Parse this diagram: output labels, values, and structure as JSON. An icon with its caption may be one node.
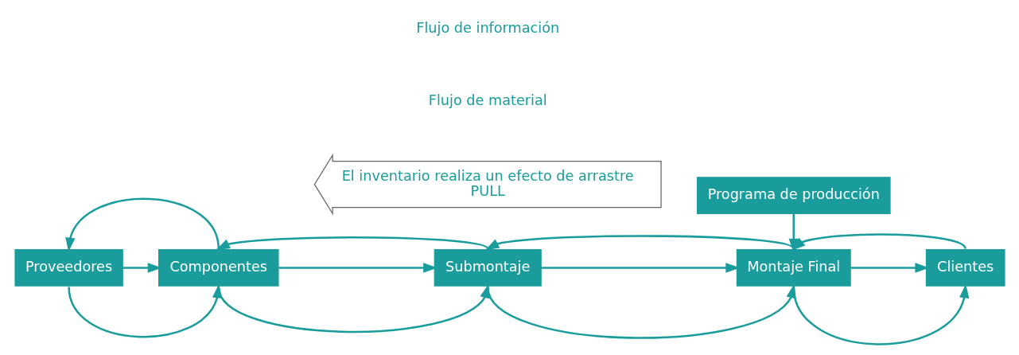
{
  "diagram": {
    "nodes": [
      {
        "text": [
          "Programa de producción"
        ]
      },
      {
        "text": [
          "Proveedores"
        ]
      },
      {
        "text": [
          "Componentes"
        ]
      },
      {
        "text": [
          "Submontaje"
        ]
      },
      {
        "text": [
          "Montaje Final"
        ]
      },
      {
        "text": [
          "Clientes"
        ]
      },
      {
        "text": [
          "El inventario realiza un efecto de arrastre",
          "PULL"
        ]
      }
    ],
    "edges": [
      {
        "from": 0,
        "to": 4,
        "arrow": "to"
      },
      {
        "from": 2,
        "to": 1,
        "arrow": "to"
      },
      {
        "from": 1,
        "to": 2,
        "arrow": "to"
      },
      {
        "from": 1,
        "to": 2,
        "arrow": "to"
      },
      {
        "from": 3,
        "to": 2,
        "arrow": "to"
      },
      {
        "from": 2,
        "to": 3,
        "arrow": "to"
      },
      {
        "from": 2,
        "to": 3,
        "arrow": "to"
      },
      {
        "from": 4,
        "to": 3,
        "arrow": "to"
      },
      {
        "from": 3,
        "to": 4,
        "arrow": "to"
      },
      {
        "from": 3,
        "to": 4,
        "arrow": "to"
      },
      {
        "from": 5,
        "to": 4,
        "arrow": "to"
      },
      {
        "from": 4,
        "to": 5,
        "arrow": "to"
      },
      {
        "from": 4,
        "to": 5,
        "arrow": "to"
      }
    ],
    "legend": [
      {
        "text": "Flujo de información"
      },
      {
        "text": "Flujo de material"
      }
    ]
  }
}
